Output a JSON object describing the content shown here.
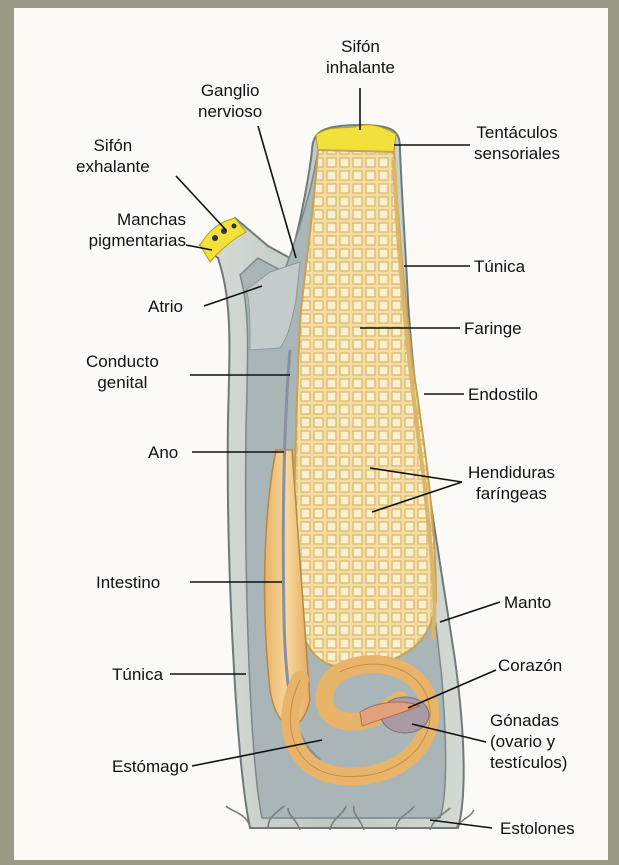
{
  "labels": {
    "sifon_inhalante": [
      "Sifón",
      "inhalante"
    ],
    "ganglio_nervioso": [
      "Ganglio",
      "nervioso"
    ],
    "sifon_exhalante": [
      "Sifón",
      "exhalante"
    ],
    "manchas_pigmentarias": [
      "Manchas",
      "pigmentarias"
    ],
    "atrio": "Atrio",
    "conducto_genital": [
      "Conducto",
      "genital"
    ],
    "ano": "Ano",
    "intestino": "Intestino",
    "tunica_left": "Túnica",
    "estomago": "Estómago",
    "tentaculos_sensoriales": [
      "Tentáculos",
      "sensoriales"
    ],
    "tunica_right": "Túnica",
    "faringe": "Faringe",
    "endostilo": "Endostilo",
    "hendiduras_faringeas": [
      "Hendiduras",
      "faríngeas"
    ],
    "manto": "Manto",
    "corazon": "Corazón",
    "gonadas": [
      "Gónadas",
      "(ovario y",
      "testículos)"
    ],
    "estolones": "Estolones"
  },
  "colors": {
    "tunica": "#c9cfc8",
    "mantle": "#9aa7aa",
    "pharynx": "#f2dc9a",
    "gut": "#f0c27a",
    "siphon_tip": "#f2e13a",
    "heart": "#e3a07c",
    "gonad": "#a99aa6"
  }
}
